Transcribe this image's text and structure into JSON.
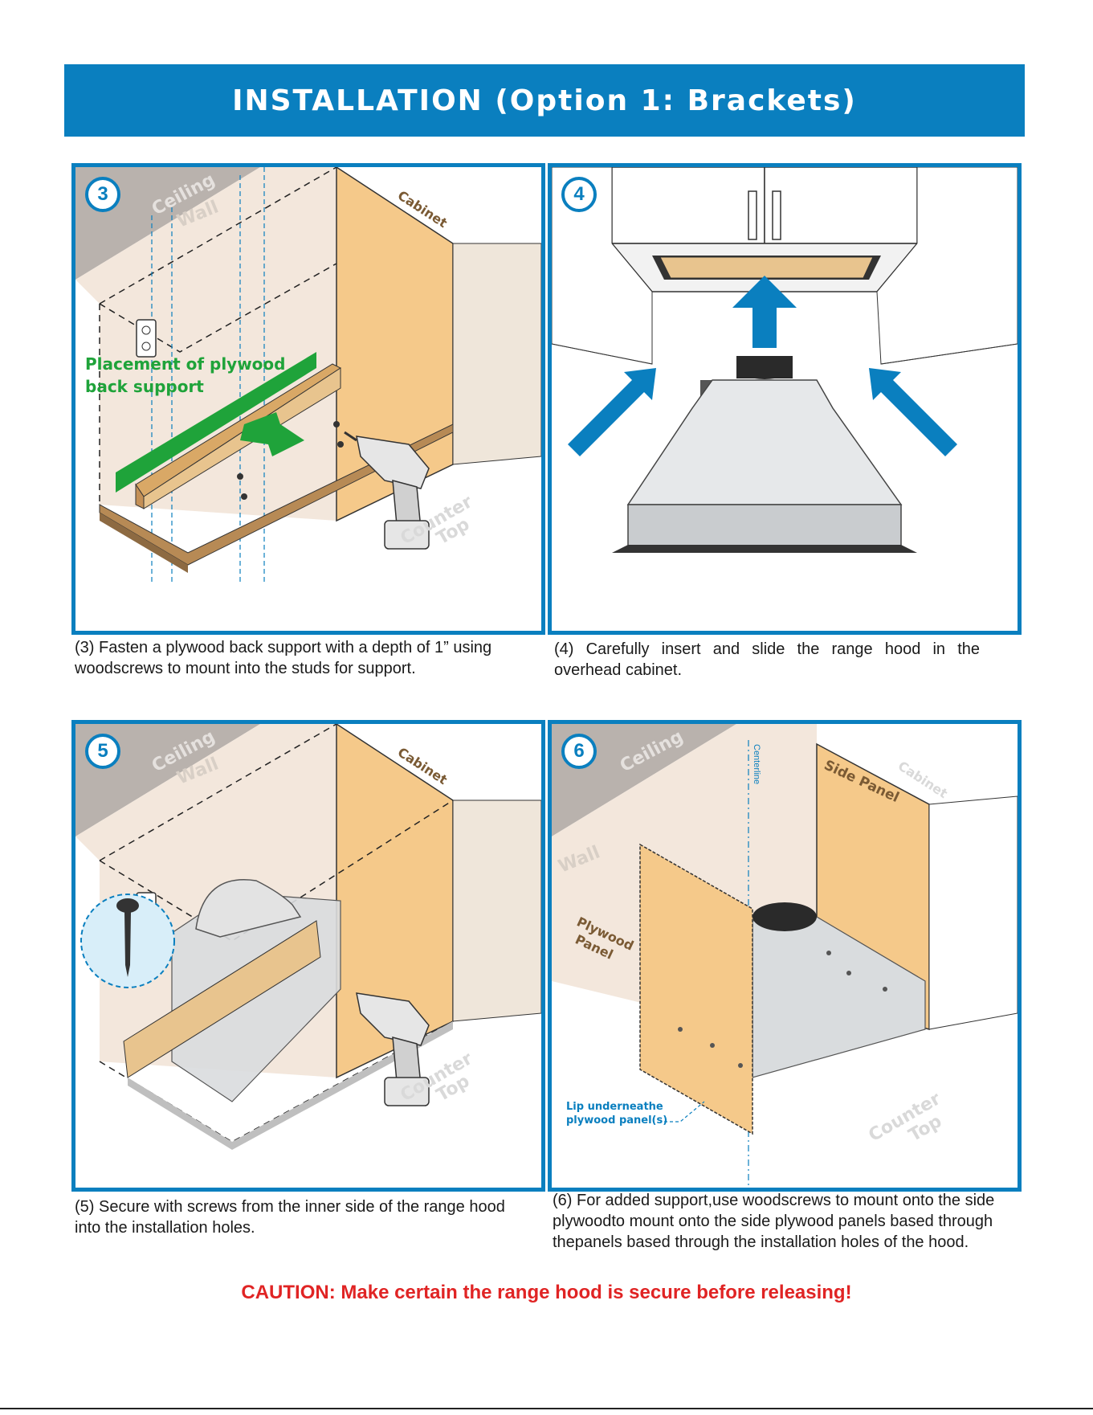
{
  "header": {
    "title": "INSTALLATION (Option 1: Brackets)"
  },
  "steps": [
    {
      "number": "3",
      "labels": {
        "ceiling": "Ceiling",
        "wall": "Wall",
        "cabinet": "Cabinet",
        "counter": "Counter",
        "top": "Top",
        "placement_line1": "Placement of plywood",
        "placement_line2": "back support"
      },
      "caption": "(3) Fasten a plywood back support with a depth of 1” using woodscrews to mount into the studs for support."
    },
    {
      "number": "4",
      "labels": {},
      "caption": "(4) Carefully insert and slide the range hood in the overhead cabinet."
    },
    {
      "number": "5",
      "labels": {
        "ceiling": "Ceiling",
        "wall": "Wall",
        "cabinet": "Cabinet",
        "counter": "Counter",
        "top": "Top"
      },
      "caption": "(5) Secure with screws from the inner side of the range hood into the installation holes."
    },
    {
      "number": "6",
      "labels": {
        "ceiling": "Ceiling",
        "wall": "Wall",
        "cabinet": "Cabinet",
        "counter": "Counter",
        "top": "Top",
        "centerline": "Centerline",
        "side_panel": "Side Panel",
        "plywood": "Plywood",
        "panel": "Panel",
        "lip_line1": "Lip underneathe",
        "lip_line2": "plywood panel(s)"
      },
      "caption": "(6) For added support,use woodscrews to mount onto the side plywoodto mount onto the side plywood panels based through thepanels based through the installation holes of the hood."
    }
  ],
  "caution": "CAUTION: Make certain the range hood is secure before releasing!",
  "colors": {
    "brand_blue": "#0a7fbf",
    "caution_red": "#e02424",
    "plywood": "#f5c98a",
    "wood": "#e8c48e",
    "green": "#1fa33a"
  }
}
